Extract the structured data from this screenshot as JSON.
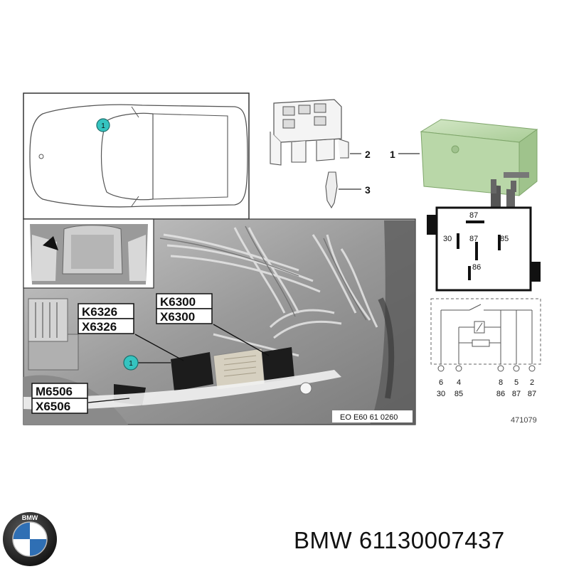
{
  "callouts": {
    "part_1": "1",
    "part_2": "2",
    "part_3": "3",
    "marker": "1"
  },
  "photo_labels": {
    "k6326": "K6326",
    "x6326": "X6326",
    "k6300": "K6300",
    "x6300": "X6300",
    "m6506": "M6506",
    "x6506": "X6506",
    "photo_code": "EO E60 61 0260"
  },
  "relay_face": {
    "t87_top": "87",
    "t30": "30",
    "t87_mid": "87",
    "t85": "85",
    "t86": "86"
  },
  "schematic": {
    "pins": [
      {
        "num": "6",
        "terminal": "30"
      },
      {
        "num": "4",
        "terminal": "85"
      },
      {
        "num": "8",
        "terminal": "86"
      },
      {
        "num": "5",
        "terminal": "87"
      },
      {
        "num": "2",
        "terminal": "87"
      }
    ]
  },
  "figure_number": "471079",
  "brand": {
    "caption": "BMW 61130007437",
    "logo_letters": "BMW"
  },
  "colors": {
    "relay_green": "#b9d7a8",
    "marker_teal": "#35c4c0",
    "bmw_blue": "#2f6fb4"
  }
}
